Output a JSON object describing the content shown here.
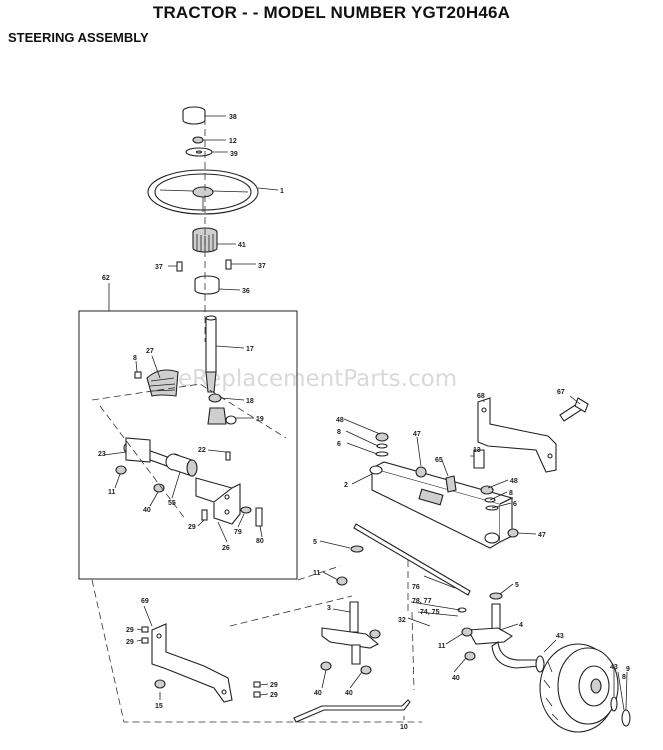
{
  "header": {
    "title": "TRACTOR - - MODEL NUMBER YGT20H46A",
    "section": "STEERING ASSEMBLY"
  },
  "watermark": "eReplacementParts.com",
  "callouts": {
    "c38": "38",
    "c12": "12",
    "c39": "39",
    "c1": "1",
    "c41": "41",
    "c37a": "37",
    "c37b": "37",
    "c36": "36",
    "c62": "62",
    "c17": "17",
    "c27": "27",
    "c8a": "8",
    "c18": "18",
    "c19": "19",
    "c22": "22",
    "c23": "23",
    "c11a": "11",
    "c40a": "40",
    "c55": "55",
    "c79": "79",
    "c80": "80",
    "c29a": "29",
    "c26": "26",
    "c67": "67",
    "c68a": "68",
    "c48a": "48",
    "c8b": "8",
    "c6a": "6",
    "c47a": "47",
    "c65": "65",
    "c13": "13",
    "c2": "2",
    "c48b": "48",
    "c8c": "8",
    "c6b": "6",
    "c47b": "47",
    "c5a": "5",
    "c11b": "11",
    "c76": "76",
    "c5b": "5",
    "c3": "3",
    "c32": "32",
    "c7877": "78, 77",
    "c7475": "74, 75",
    "c11c": "11",
    "c4": "4",
    "c43a": "43",
    "c43b": "43",
    "c8d": "8",
    "c9": "9",
    "c40b": "40",
    "c40c": "40",
    "c40d": "40",
    "c10": "10",
    "c69": "69",
    "c29b": "29",
    "c29c": "29",
    "c29d": "29",
    "c29e": "29",
    "c15": "15"
  }
}
